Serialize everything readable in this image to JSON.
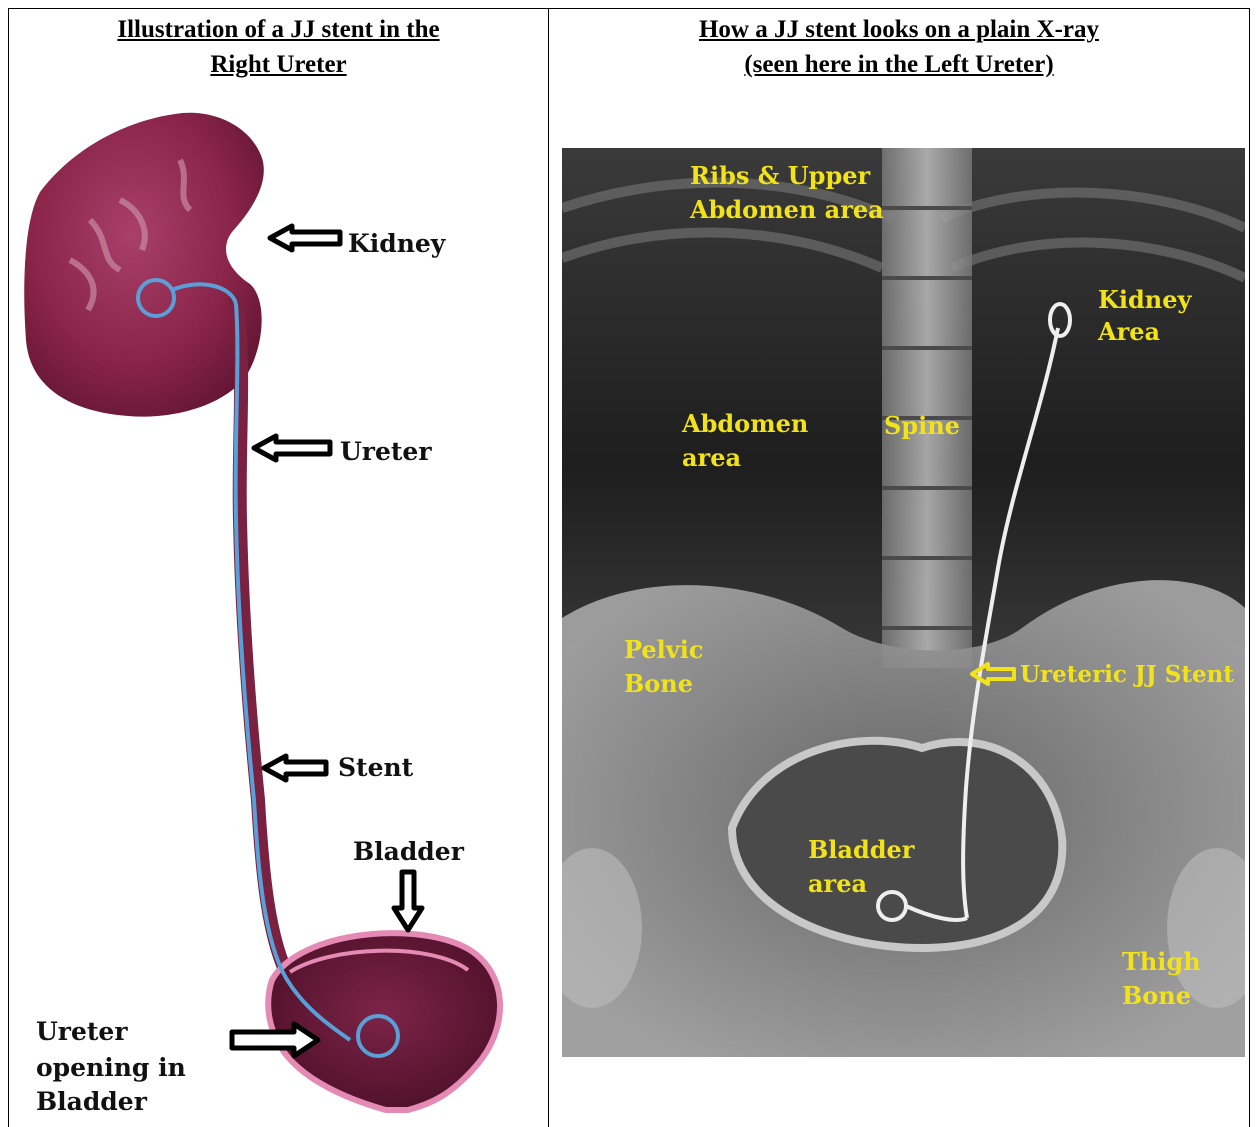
{
  "left_panel": {
    "heading_line1": "Illustration of a JJ stent in the",
    "heading_line2": "Right Ureter",
    "labels": {
      "kidney": "Kidney",
      "ureter": "Ureter",
      "stent": "Stent",
      "bladder": "Bladder",
      "ureter_opening_line1": "Ureter",
      "ureter_opening_line2": "opening in",
      "ureter_opening_line3": "Bladder"
    }
  },
  "right_panel": {
    "heading_line1": "How a JJ stent looks on a plain X-ray",
    "heading_line2": "(seen here in the Left Ureter)",
    "labels": {
      "ribs_line1": "Ribs & Upper",
      "ribs_line2": "Abdomen area",
      "kidney_line1": "Kidney",
      "kidney_line2": "Area",
      "abdomen_line1": "Abdomen",
      "abdomen_line2": "area",
      "spine": "Spine",
      "pelvic_line1": "Pelvic",
      "pelvic_line2": "Bone",
      "stent": "Ureteric JJ Stent",
      "bladder_line1": "Bladder",
      "bladder_line2": "area",
      "thigh_line1": "Thigh",
      "thigh_line2": "Bone"
    }
  },
  "colors": {
    "organ": "#8a2448",
    "stent": "#5aa0d8",
    "xray_label": "#f2e21a"
  }
}
